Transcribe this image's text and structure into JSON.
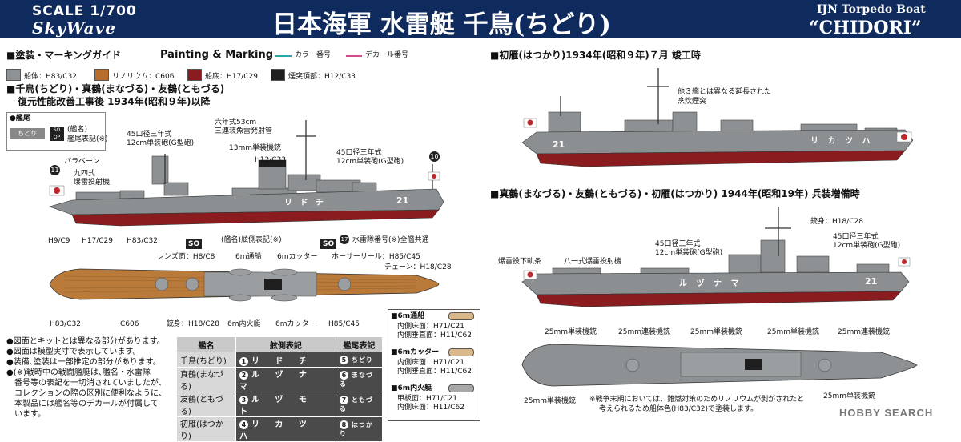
{
  "header": {
    "scale": "SCALE 1/700",
    "brand": "SkyWave",
    "title": "日本海軍 水雷艇 千鳥(ちどり)",
    "english_line1": "IJN Torpedo Boat",
    "english_line2": "“CHIDORI”"
  },
  "guide": {
    "heading": "■塗装・マーキングガイド",
    "heading_en": "Painting & Marking",
    "legend_color": "カラー番号",
    "legend_decal": "デカール番号",
    "colors": [
      {
        "label": "船体：H83/C32",
        "hex": "#8e9294"
      },
      {
        "label": "リノリウム：C606",
        "hex": "#b86d2c"
      },
      {
        "label": "船底：H17/C29",
        "hex": "#8a1b1f"
      },
      {
        "label": "煙突頂部：H12/C33",
        "hex": "#1e1e1e"
      }
    ]
  },
  "left_ship": {
    "heading1": "■千鳥(ちどり)・真鶴(まなづる)・友鶴(ともづる)",
    "heading2": "復元性能改善工事後 1934年(昭和９年)以降",
    "stern_label": "●艦尾",
    "stern_note1": "(艦名)",
    "stern_note2": "艦尾表記(※)",
    "stern_plate": "ちどり",
    "stern_badge": "SO OP",
    "callouts": {
      "gun45_aft": "45口径三年式",
      "gun45_aft2": "12cm単装砲(G型砲)",
      "torpedo": "六年式53cm",
      "torpedo2": "三連装魚雷発射管",
      "mg13": "13mm単装機銃",
      "funnel_color": "H12/C33",
      "gun45_fwd": "45口径三年式",
      "gun45_fwd2": "12cm単装砲(G型砲)",
      "paravane": "パラベーン",
      "dc": "九四式",
      "dc2": "爆雷投射機",
      "h9": "H9/C9",
      "h17": "H17/C29",
      "h83": "H83/C32",
      "decal_bow": "21",
      "bow_kana": "リ ド チ",
      "decal11": "11",
      "decal10": "10"
    },
    "so_name": "(艦名)舷側表記(※)",
    "so_name_decal": "SO",
    "so_number": "水雷隊番号(※)全艦共通",
    "so_number_decal": "SO",
    "so_number_circ": "17",
    "plan": {
      "lens": "レンズ面：H8/C8",
      "boat6": "6m通船",
      "cutter_top": "6mカッター",
      "hose": "ホーサーリール：H85/C45",
      "chain": "チェーン：H18/C28",
      "h83": "H83/C32",
      "c606": "C606",
      "mast": "銃身：H18/C28",
      "motorboat": "6m内火艇",
      "cutter_bot": "6mカッター",
      "h85": "H85/C45"
    }
  },
  "notes": [
    "●図面とキットとは異なる部分があります。",
    "●図面は模型実寸で表示しています。",
    "●装備､塗装は一部推定の部分があります。",
    "●(※)戦時中の戦闘艦艇は､艦名・水雷隊",
    "　番号等の表記を一切消されていましたが､",
    "　コレクションの際の区別に便利なように､",
    "　本製品には艦名等のデカールが付属して",
    "　います。"
  ],
  "name_table": {
    "headers": [
      "艦名",
      "舷側表記",
      "艦尾表記"
    ],
    "rows": [
      {
        "name": "千鳥(ちどり)",
        "num": "1",
        "kana": "リ ド チ",
        "snum": "5",
        "stern": "ちどり"
      },
      {
        "name": "真鶴(まなづる)",
        "num": "2",
        "kana": "ル ヅ ナ マ",
        "snum": "6",
        "stern": "まなづる"
      },
      {
        "name": "友鶴(ともづる)",
        "num": "3",
        "kana": "ル ヅ モ ト",
        "snum": "7",
        "stern": "ともづる"
      },
      {
        "name": "初雁(はつかり)",
        "num": "4",
        "kana": "リ カ ツ ハ",
        "snum": "8",
        "stern": "はつかり"
      }
    ]
  },
  "boats": {
    "b1_title": "■6m通船",
    "b1_l1": "内側床面：H71/C21",
    "b1_l2": "内側垂直面：H11/C62",
    "b2_title": "■6mカッター",
    "b2_l1": "内側床面：H71/C21",
    "b2_l2": "内側垂直面：H11/C62",
    "b3_title": "■6m内火艇",
    "b3_l1": "甲板面：H71/C21",
    "b3_l2": "内側床面：H11/C62"
  },
  "top_right": {
    "heading": "■初雁(はつかり)1934年(昭和９年)７月 竣工時",
    "note1": "他３艦とは異なる延長された",
    "note2": "烹炊煙突",
    "hull_no": "21",
    "kana": "リ カ ツ ハ"
  },
  "bottom_right": {
    "heading": "■真鶴(まなづる)・友鶴(ともづる)・初雁(はつかり) 1944年(昭和19年) 兵装増備時",
    "barrel": "銃身：H18/C28",
    "gun_mid1": "45口径三年式",
    "gun_mid2": "12cm単装砲(G型砲)",
    "gun_fwd1": "45口径三年式",
    "gun_fwd2": "12cm単装砲(G型砲)",
    "dc_rail": "爆雷投下軌条",
    "dc_launcher": "八一式爆雷投射機",
    "hull_no": "21",
    "kana": "ル ヅ ナ マ",
    "plan": {
      "aa1": "25mm単装機銃",
      "aa2": "25mm連装機銃",
      "aa3": "25mm単装機銃",
      "aa4": "25mm単装機銃",
      "aa5": "25mm連装機銃",
      "aa6": "25mm単装機銃",
      "aa7": "25mm単装機銃",
      "note1": "※戦争末期においては、難燃対策のためリノリウムが剥がされたと",
      "note2": "考えられるため船体色(H83/C32)で塗装します。"
    }
  },
  "watermark": "HOBBY SEARCH"
}
